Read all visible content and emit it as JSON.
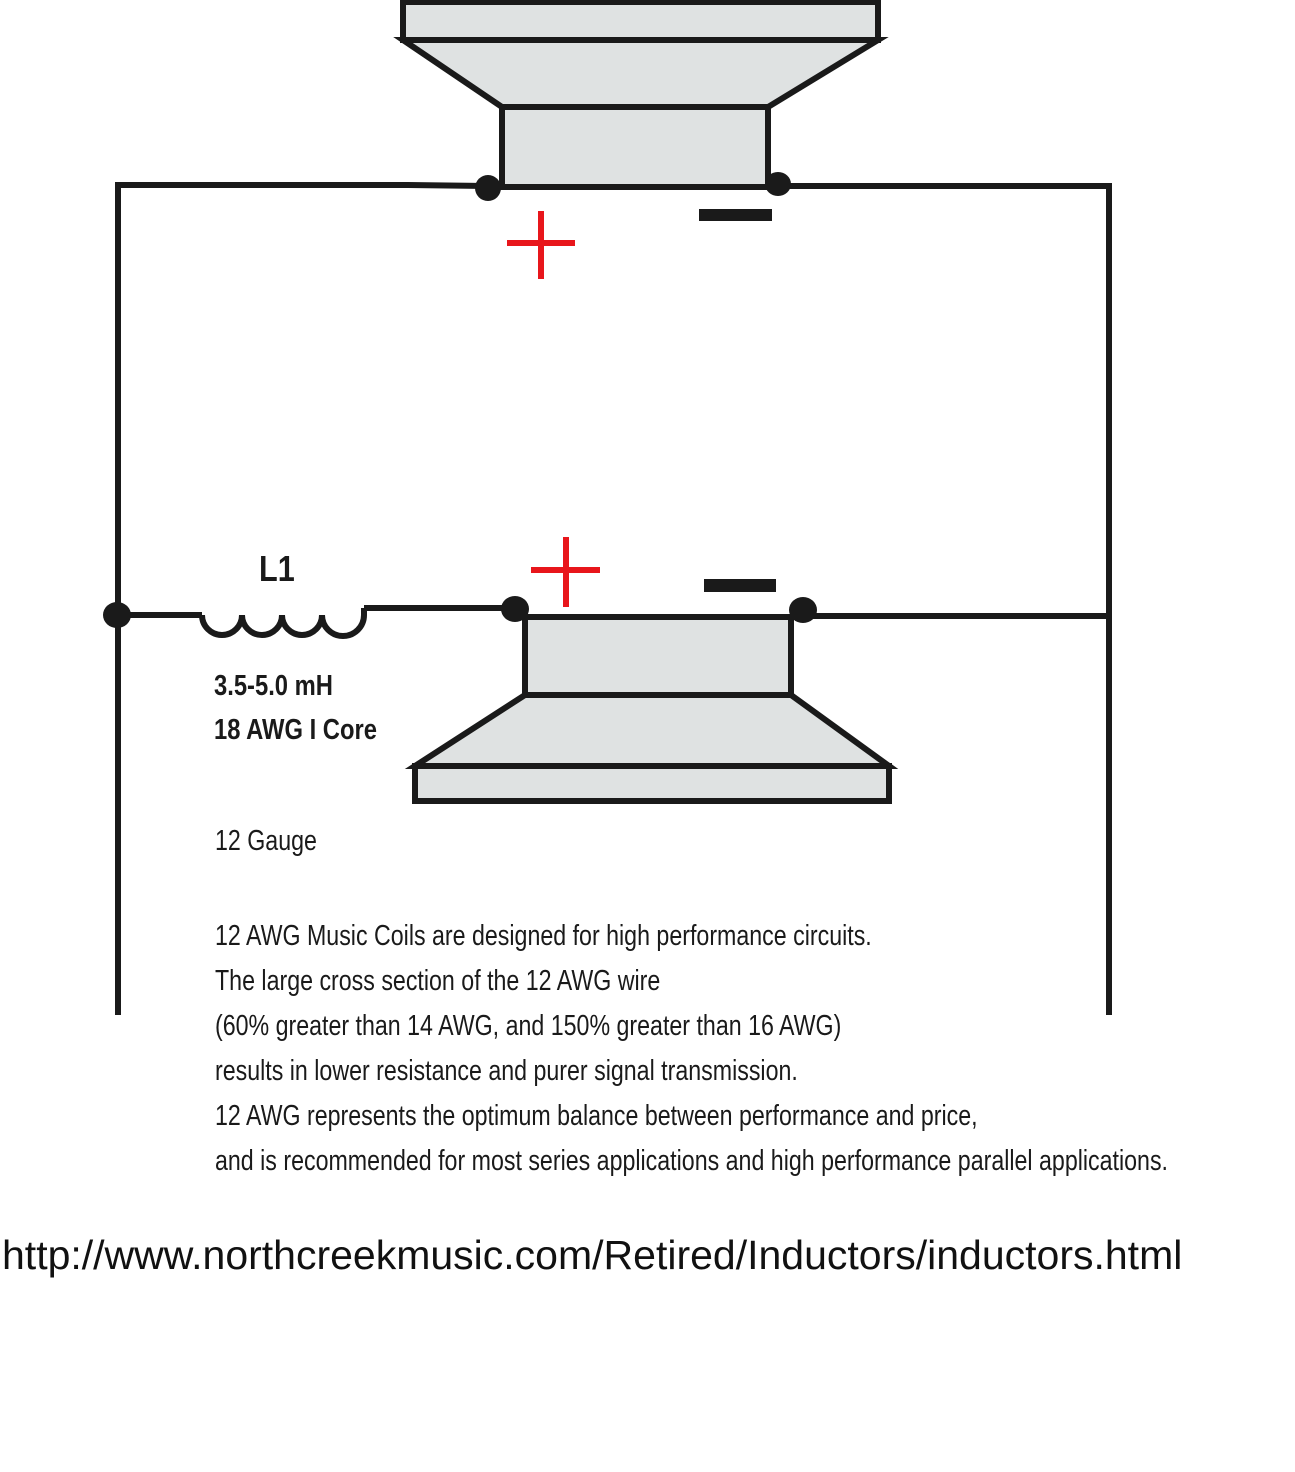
{
  "inductor": {
    "name": "L1",
    "inductance": "3.5-5.0 mH",
    "wire": "18 AWG I Core"
  },
  "polarity": {
    "plus": "+",
    "minus": "−"
  },
  "colors": {
    "wire": "#1a1a1a",
    "speaker_fill": "#dfe2e2",
    "plus_mark": "#e8161b",
    "minus_mark": "#1a1a1a"
  },
  "gauge_label": "12 Gauge",
  "description": [
    "12 AWG Music Coils are designed for high performance circuits.",
    "The large cross section of the 12 AWG wire",
    "(60% greater than 14 AWG, and 150% greater than 16 AWG)",
    "results in lower resistance and purer signal transmission.",
    "12 AWG represents the optimum balance between performance and price,",
    "and is recommended for most series applications and high performance parallel applications."
  ],
  "url": "http://www.northcreekmusic.com/Retired/Inductors/inductors.html"
}
